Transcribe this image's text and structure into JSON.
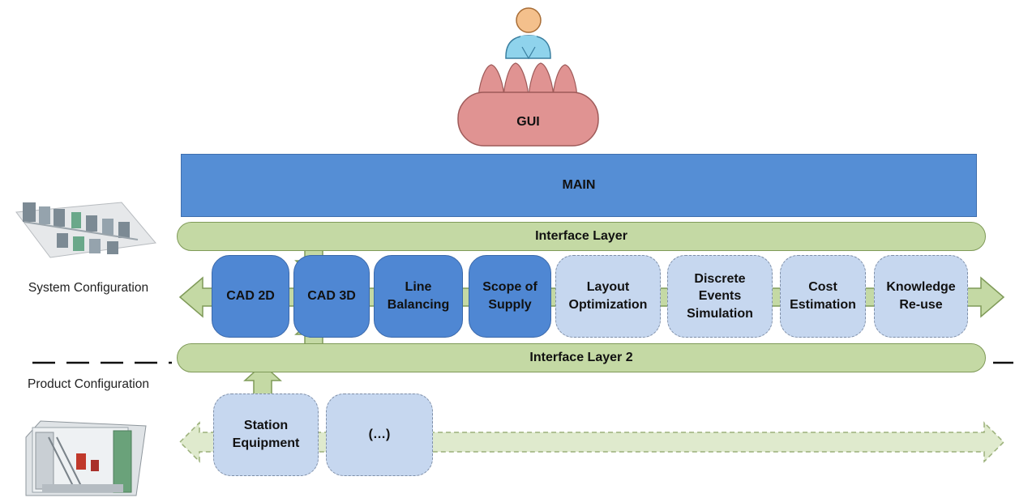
{
  "gui": {
    "label": "GUI"
  },
  "main": {
    "label": "MAIN"
  },
  "interface_layer": {
    "label": "Interface Layer"
  },
  "interface_layer_2": {
    "label": "Interface Layer 2"
  },
  "system_modules": [
    {
      "label": "CAD 2D",
      "style": "solid"
    },
    {
      "label": "CAD 3D",
      "style": "solid"
    },
    {
      "label": "Line Balancing",
      "style": "solid"
    },
    {
      "label": "Scope of Supply",
      "style": "solid"
    },
    {
      "label": "Layout Optimization",
      "style": "dashed"
    },
    {
      "label": "Discrete Events Simulation",
      "style": "dashed"
    },
    {
      "label": "Cost Estimation",
      "style": "dashed"
    },
    {
      "label": "Knowledge Re-use",
      "style": "dashed"
    }
  ],
  "product_modules": [
    {
      "label": "Station Equipment",
      "style": "dashed"
    },
    {
      "label": "(…)",
      "style": "dashed"
    }
  ],
  "side_labels": {
    "system": "System Configuration",
    "product": "Product Configuration"
  },
  "colors": {
    "main": "#558ed5",
    "interface": "#c4d9a4",
    "module_solid": "#4f87d3",
    "module_dashed": "#c6d7ef",
    "gui": "#e09392",
    "user_head": "#f4c08c",
    "user_body": "#8fd3ec"
  },
  "icons": [
    "user-icon",
    "production-line-image",
    "station-equipment-image"
  ]
}
